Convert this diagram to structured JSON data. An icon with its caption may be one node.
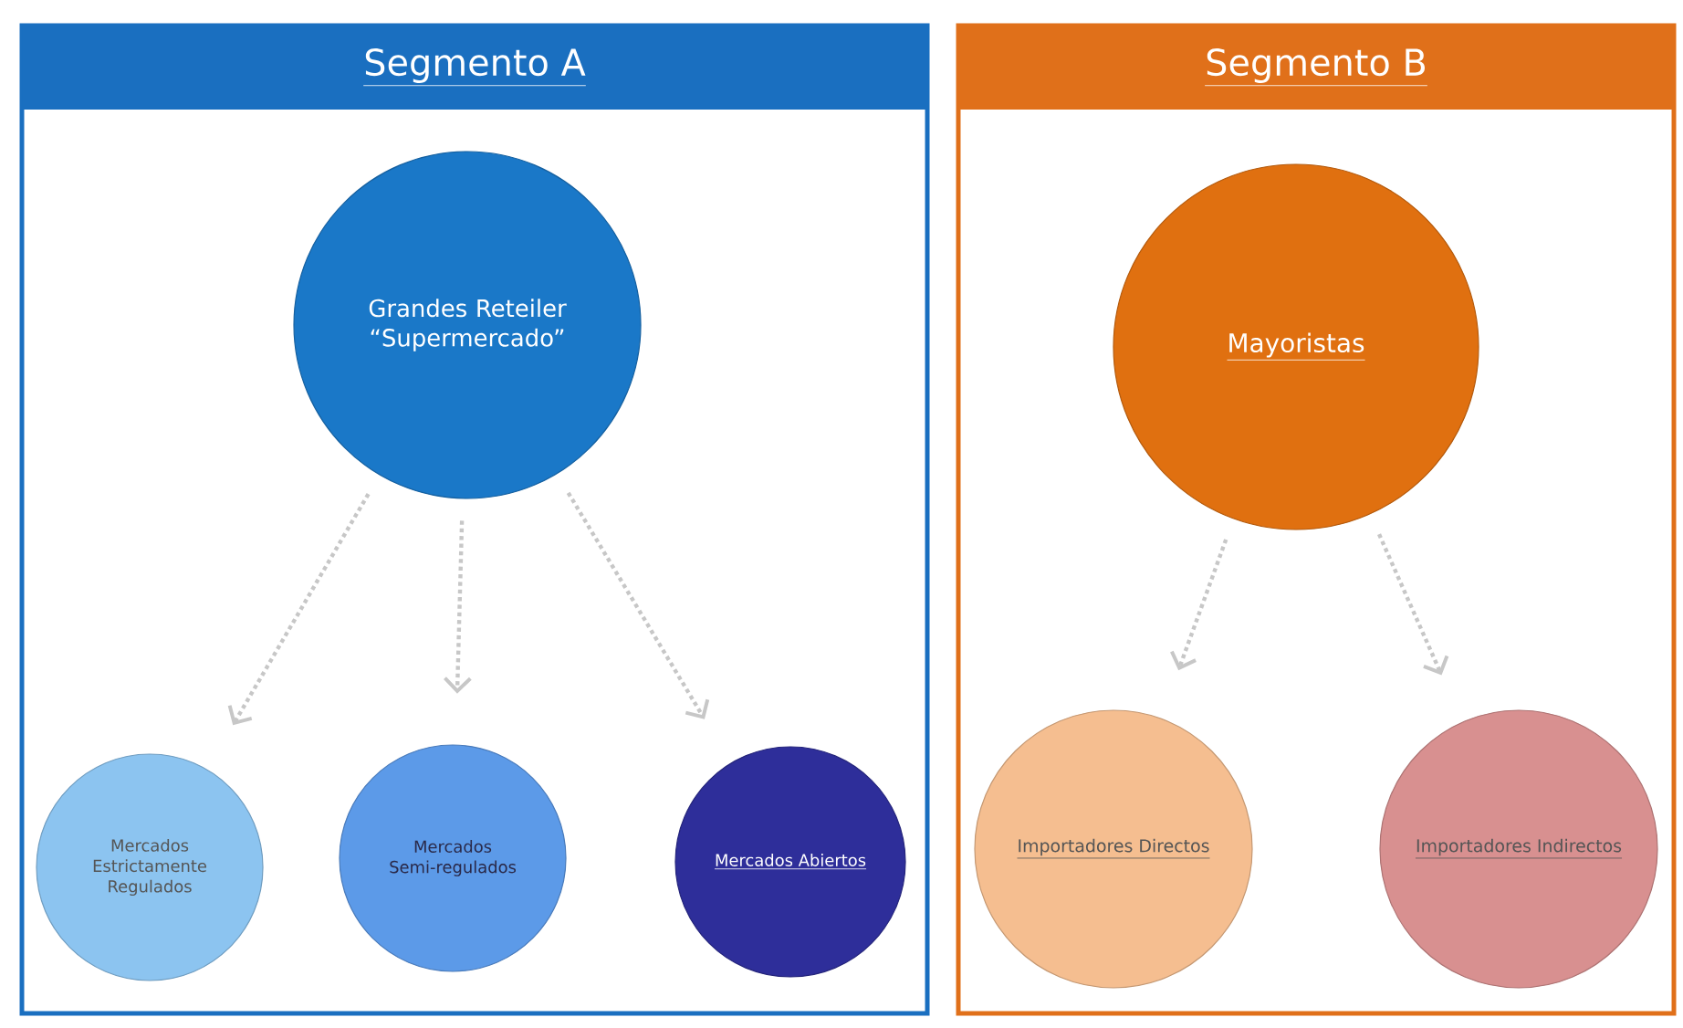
{
  "diagram": {
    "nodes": [
      {
        "text": [
          "Segmento A"
        ]
      },
      {
        "text": [
          "Grandes Reteiler “Supermercado”"
        ],
        "in": 0
      },
      {
        "text": [
          "Mercados Estrictamente Regulados"
        ],
        "in": 0
      },
      {
        "text": [
          "Mercados Semi-regulados"
        ],
        "in": 0
      },
      {
        "text": [
          "Mercados Abiertos"
        ],
        "in": 0
      },
      {
        "text": [
          "Segmento B"
        ]
      },
      {
        "text": [
          "Mayoristas"
        ],
        "in": 5
      },
      {
        "text": [
          "Importadores Directos"
        ],
        "in": 5
      },
      {
        "text": [
          "Importadores Indirectos"
        ],
        "in": 5
      }
    ],
    "edges": [
      {
        "from": 1,
        "to": 2,
        "arrow": "to",
        "style": "dashed"
      },
      {
        "from": 1,
        "to": 3,
        "arrow": "to",
        "style": "dashed"
      },
      {
        "from": 1,
        "to": 4,
        "arrow": "to",
        "style": "dashed"
      },
      {
        "from": 6,
        "to": 7,
        "arrow": "to",
        "style": "dashed"
      },
      {
        "from": 6,
        "to": 8,
        "arrow": "to",
        "style": "dashed"
      }
    ]
  }
}
